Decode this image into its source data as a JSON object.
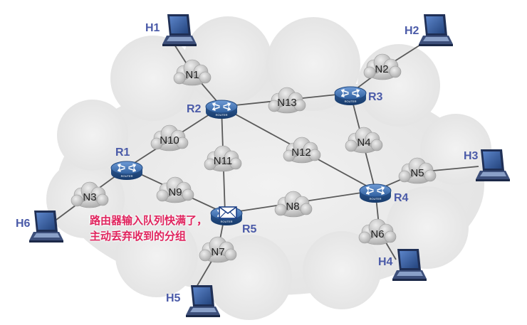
{
  "hosts": {
    "H1": "H1",
    "H2": "H2",
    "H3": "H3",
    "H4": "H4",
    "H5": "H5",
    "H6": "H6"
  },
  "routers": {
    "R1": "R1",
    "R2": "R2",
    "R3": "R3",
    "R4": "R4",
    "R5": "R5"
  },
  "router_badge": "ROUTER",
  "networks": {
    "N1": "N1",
    "N2": "N2",
    "N3": "N3",
    "N4": "N4",
    "N5": "N5",
    "N6": "N6",
    "N7": "N7",
    "N8": "N8",
    "N9": "N9",
    "N10": "N10",
    "N11": "N11",
    "N12": "N12",
    "N13": "N13"
  },
  "note": {
    "line1": "路由器输入队列快满了，",
    "line2": "主动丢弃收到的分组"
  },
  "icons": [
    "laptop-icon",
    "router-icon",
    "envelope-icon",
    "cloud-icon"
  ],
  "colors": {
    "label_blue": "#4a5aa8",
    "note_red": "#e0245e",
    "cloud": "#e9e9e9",
    "router": "#2f5f9e"
  }
}
